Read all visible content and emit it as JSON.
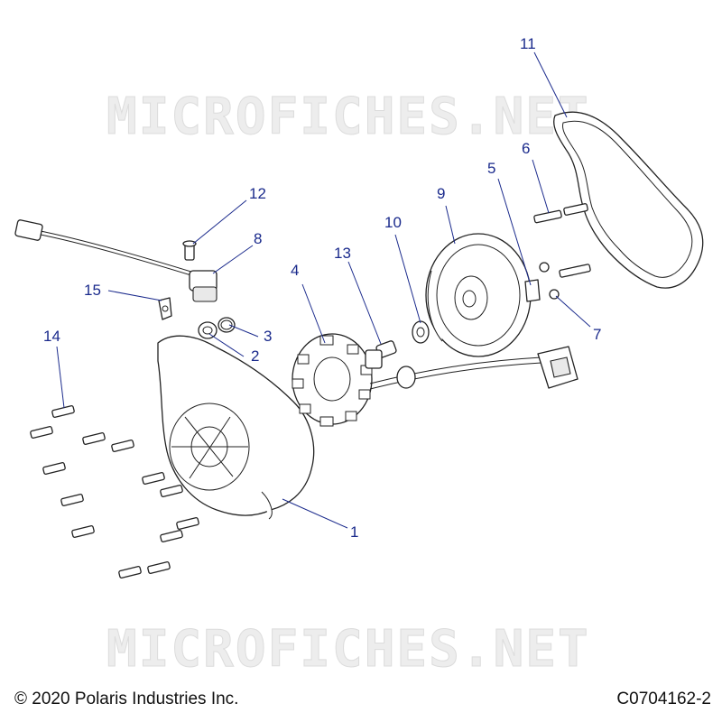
{
  "watermark": "MICROFICHES.NET",
  "copyright": "© 2020 Polaris Industries Inc.",
  "figure_code": "C0704162-2",
  "callouts": {
    "c1": "1",
    "c2": "2",
    "c3": "3",
    "c4": "4",
    "c5": "5",
    "c6": "6",
    "c7": "7",
    "c8": "8",
    "c9": "9",
    "c10": "10",
    "c11": "11",
    "c12": "12",
    "c13": "13",
    "c14": "14",
    "c15": "15"
  },
  "colors": {
    "callout": "#1a2a8c",
    "line": "#222222",
    "watermark": "#dcdcdc"
  }
}
